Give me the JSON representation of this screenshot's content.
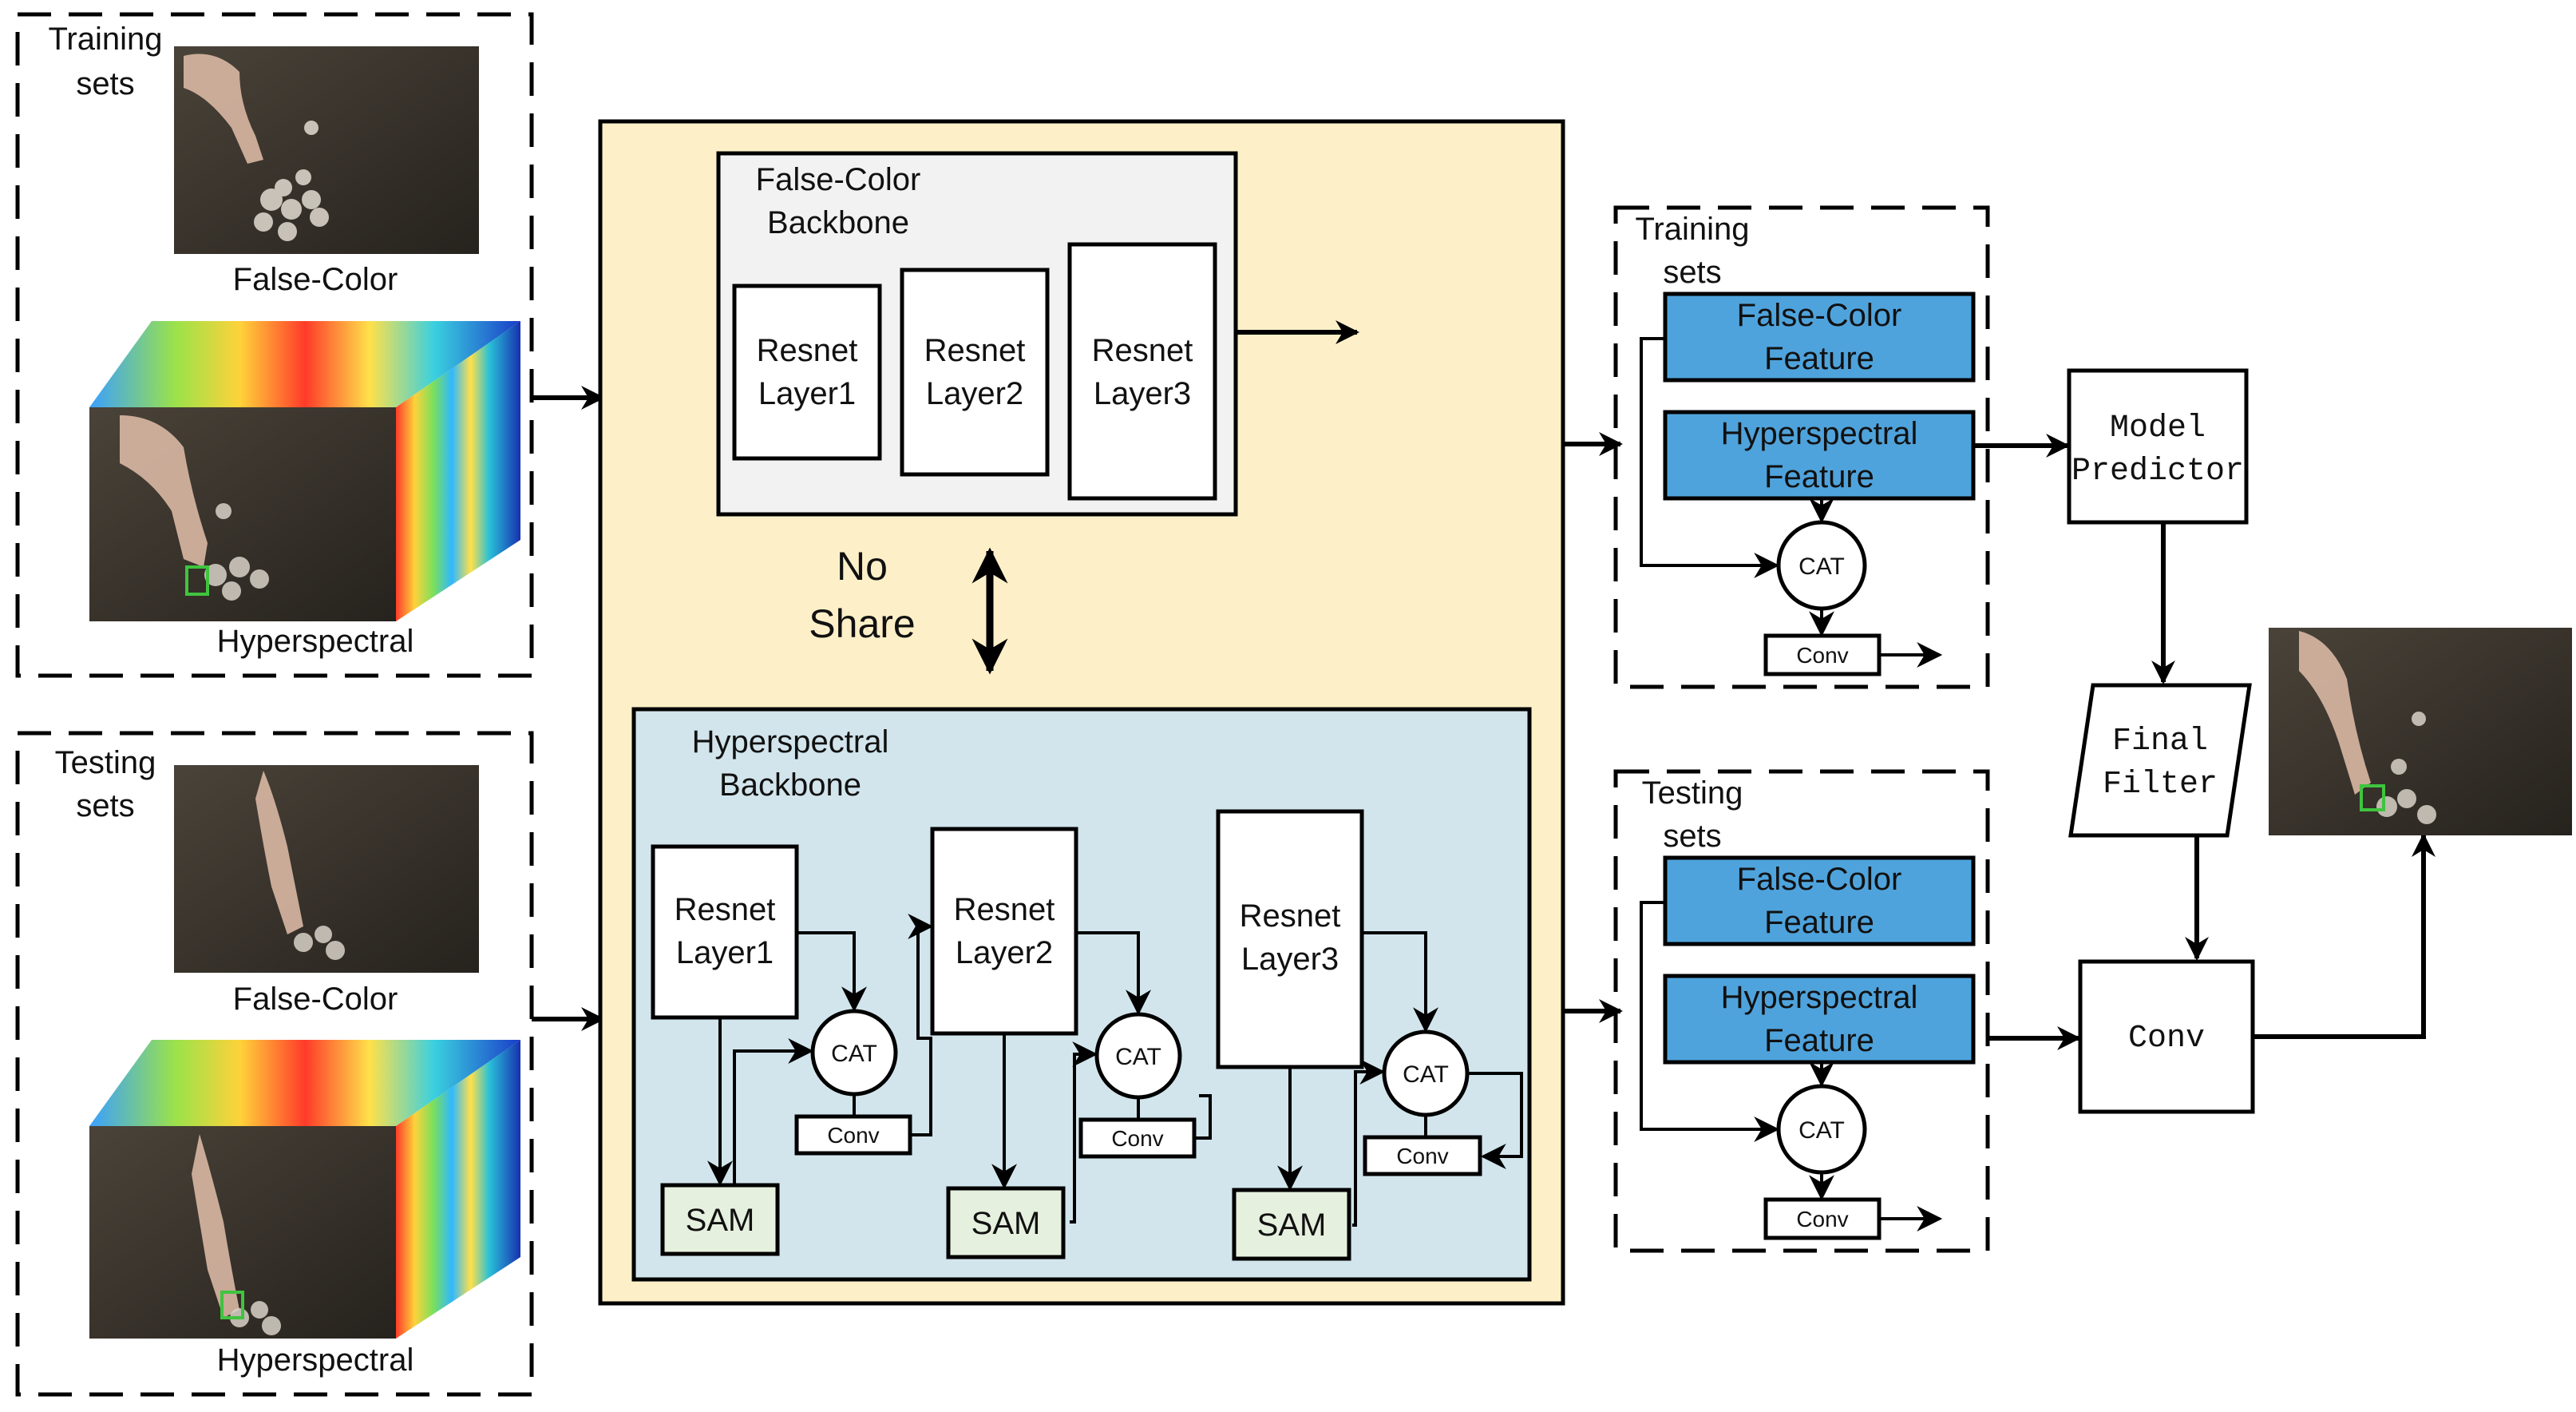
{
  "left_panels": {
    "training": {
      "title_line1": "Training",
      "title_line2": "sets",
      "false_color": "False-Color",
      "hyperspectral": "Hyperspectral"
    },
    "testing": {
      "title_line1": "Testing",
      "title_line2": "sets",
      "false_color": "False-Color",
      "hyperspectral": "Hyperspectral"
    }
  },
  "fc_backbone": {
    "title_line1": "False-Color",
    "title_line2": "Backbone",
    "layers": [
      {
        "l1": "Resnet",
        "l2": "Layer1"
      },
      {
        "l1": "Resnet",
        "l2": "Layer2"
      },
      {
        "l1": "Resnet",
        "l2": "Layer3"
      }
    ]
  },
  "no_share": {
    "line1": "No",
    "line2": "Share"
  },
  "hs_backbone": {
    "title_line1": "Hyperspectral",
    "title_line2": "Backbone",
    "layers": [
      {
        "l1": "Resnet",
        "l2": "Layer1"
      },
      {
        "l1": "Resnet",
        "l2": "Layer2"
      },
      {
        "l1": "Resnet",
        "l2": "Layer3"
      }
    ],
    "cat_label": "CAT",
    "conv_label": "Conv",
    "sam_label": "SAM"
  },
  "right_panels": {
    "training": {
      "title_line1": "Training",
      "title_line2": "sets",
      "fc_l1": "False-Color",
      "fc_l2": "Feature",
      "hs_l1": "Hyperspectral",
      "hs_l2": "Feature",
      "cat": "CAT",
      "conv": "Conv"
    },
    "testing": {
      "title_line1": "Testing",
      "title_line2": "sets",
      "fc_l1": "False-Color",
      "fc_l2": "Feature",
      "hs_l1": "Hyperspectral",
      "hs_l2": "Feature",
      "cat": "CAT",
      "conv": "Conv"
    }
  },
  "model_predictor": {
    "line1": "Model",
    "line2": "Predictor"
  },
  "final_filter": {
    "line1": "Final",
    "line2": "Filter"
  },
  "final_conv": "Conv",
  "colors": {
    "backbone_outer": "#fdf0c8",
    "fc_backbone_fill": "#f2f2f2",
    "hs_backbone_fill": "#d2e5ec",
    "feature_fill": "#4fa3dc",
    "sam_fill": "#e6f0de",
    "photo_dark": "#35302a",
    "tracking_box": "#3fc43f"
  }
}
